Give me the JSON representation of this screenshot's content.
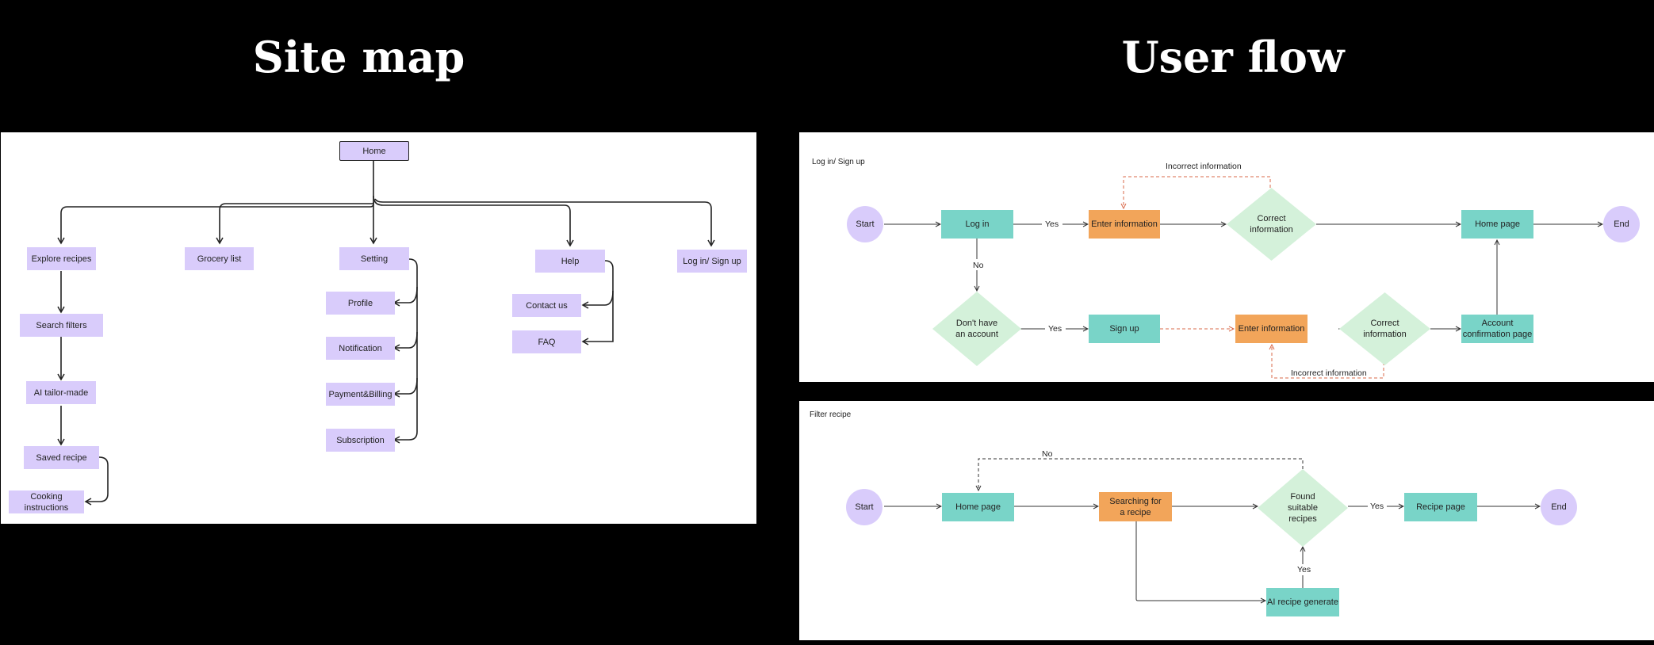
{
  "headings": {
    "sitemap": "Site map",
    "userflow": "User flow"
  },
  "sitemap": {
    "home": "Home",
    "explore_recipes": "Explore recipes",
    "search_filters": "Search filters",
    "ai_tailor_made": "AI tailor-made",
    "saved_recipe": "Saved recipe",
    "cooking_instructions": "Cooking instructions",
    "grocery_list": "Grocery list",
    "setting": "Setting",
    "profile": "Profile",
    "notification": "Notification",
    "payment_billing": "Payment&Billing",
    "subscription": "Subscription",
    "help": "Help",
    "contact_us": "Contact us",
    "faq": "FAQ",
    "login_signup": "Log in/ Sign up"
  },
  "flow_login": {
    "title": "Log in/ Sign up",
    "start": "Start",
    "log_in": "Log in",
    "yes1": "Yes",
    "enter_info_top": "Enter information",
    "correct_info_top": "Correct information",
    "incorrect_top": "Incorrect information",
    "home_page": "Home page",
    "end": "End",
    "no": "No",
    "dont_have_account": "Don't have an account",
    "yes2": "Yes",
    "sign_up": "Sign up",
    "enter_info_bottom": "Enter information",
    "correct_info_bottom": "Correct information",
    "incorrect_bottom": "Incorrect information",
    "account_confirmation": "Account confirmation page"
  },
  "flow_filter": {
    "title": "Filter recipe",
    "start": "Start",
    "home_page": "Home page",
    "no": "No",
    "searching": "Searching for a recipe",
    "found": "Found suitable recipes",
    "yes1": "Yes",
    "recipe_page": "Recipe page",
    "end": "End",
    "yes2": "Yes",
    "ai_generate": "AI recipe generate"
  },
  "colors": {
    "purple": "#d9ccfb",
    "teal": "#79d4c8",
    "orange": "#f2a55a",
    "diamond": "#d4f1da",
    "dashed_red": "#d9694a"
  }
}
